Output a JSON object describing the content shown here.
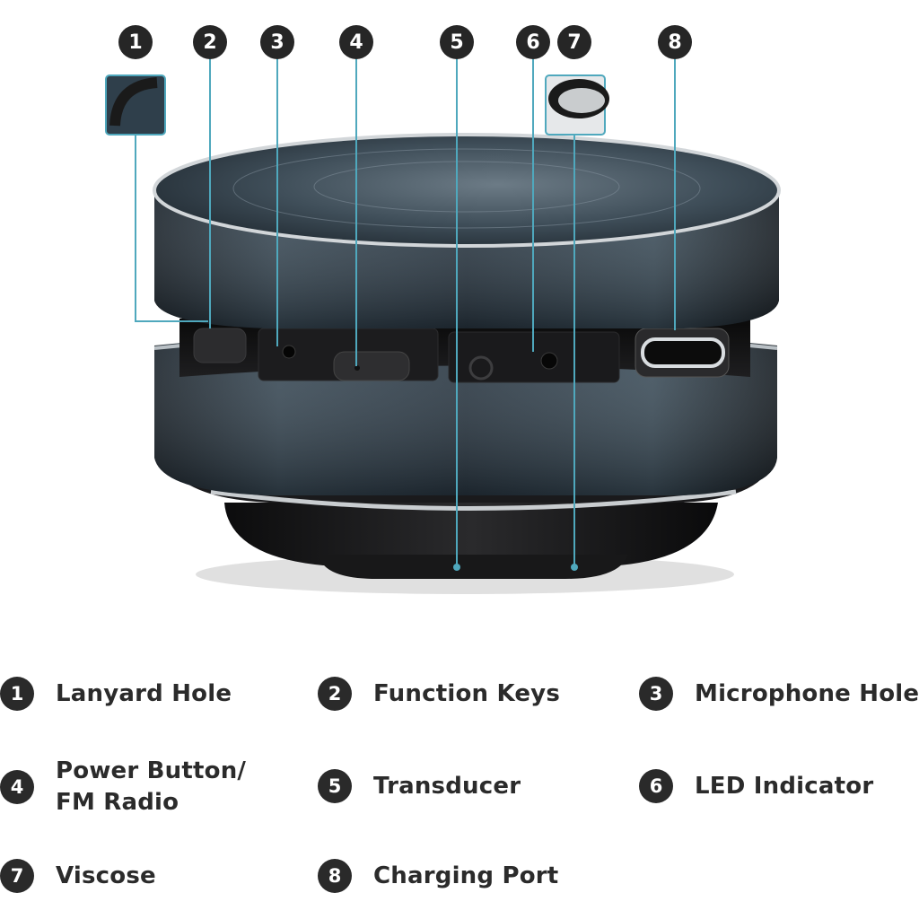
{
  "callouts": [
    {
      "num": "1"
    },
    {
      "num": "2"
    },
    {
      "num": "3"
    },
    {
      "num": "4"
    },
    {
      "num": "5"
    },
    {
      "num": "6"
    },
    {
      "num": "7"
    },
    {
      "num": "8"
    }
  ],
  "legend": [
    {
      "num": "1",
      "label": "Lanyard Hole"
    },
    {
      "num": "2",
      "label": "Function Keys"
    },
    {
      "num": "3",
      "label": "Microphone Hole"
    },
    {
      "num": "4",
      "label": "Power Button/\nFM Radio"
    },
    {
      "num": "5",
      "label": "Transducer"
    },
    {
      "num": "6",
      "label": "LED Indicator"
    },
    {
      "num": "7",
      "label": "Viscose"
    },
    {
      "num": "8",
      "label": "Charging Port"
    }
  ],
  "colors": {
    "badge": "#262626",
    "leader_line": "#4fa8bd",
    "speaker_body": "#2f3d48",
    "label_text": "#2b2b2b"
  }
}
